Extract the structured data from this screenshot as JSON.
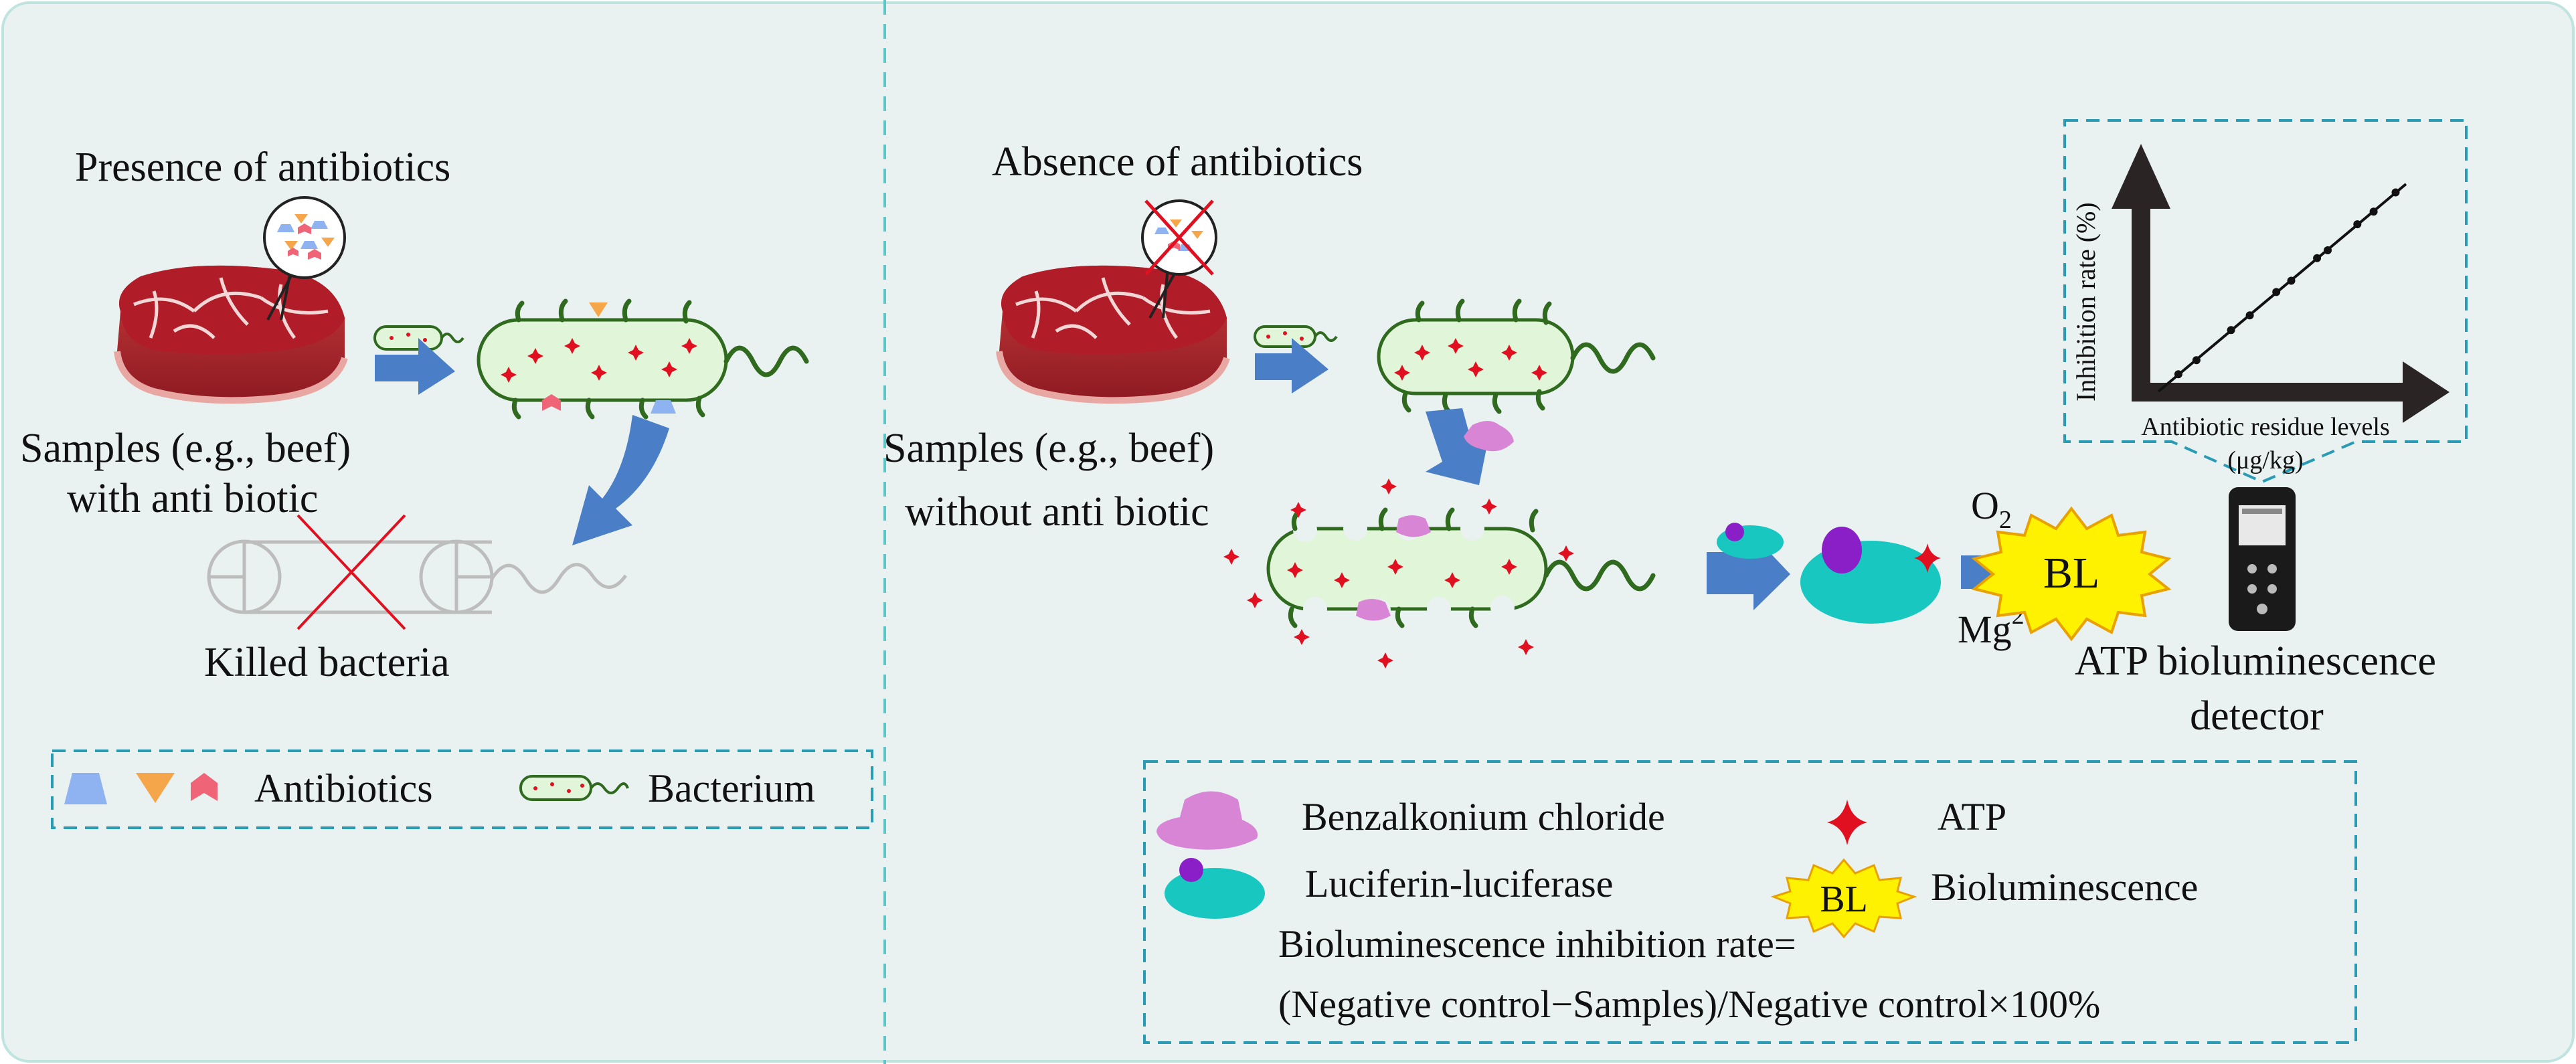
{
  "left_panel": {
    "heading": "Presence of antibiotics",
    "sample_label_line1": "Samples (e.g., beef)",
    "sample_label_line2": "with anti biotic",
    "killed_label": "Killed bacteria",
    "legend": {
      "antibiotics_label": "Antibiotics",
      "bacterium_label": "Bacterium"
    }
  },
  "right_panel": {
    "heading": "Absence of antibiotics",
    "sample_label_line1": "Samples (e.g., beef)",
    "sample_label_line2": "without anti biotic",
    "o2_label": "O",
    "o2_sub": "2",
    "mg_label": "Mg",
    "mg_sup": "2+",
    "bl_label": "BL",
    "detector_line1": "ATP bioluminescence",
    "detector_line2": "detector",
    "chart": {
      "ylabel": "Inhibition rate (%)",
      "xlabel_line1": "Antibiotic residue levels",
      "xlabel_line2": "(μg/kg)"
    },
    "legend": {
      "benzalkonium_label": "Benzalkonium chloride",
      "atp_label": "ATP",
      "luciferase_label": "Luciferin-luciferase",
      "bl_label": "BL",
      "bioluminescence_label": "Bioluminescence",
      "formula_line1": "Bioluminescence inhibition rate=",
      "formula_line2": "(Negative control−Samples)/Negative control×100%"
    }
  },
  "colors": {
    "background": "#e9f2f1",
    "dash_border": "#2a9bb5",
    "arrow_blue": "#4a7ec7",
    "bacterium_fill": "#e1f5d8",
    "flagella_green": "#2f6a1f",
    "heading_green": "#1f4d1f",
    "beef_red": "#b01c28",
    "benzalkonium": "#d985d6",
    "luciferase": "#18c7c0",
    "atp_red": "#e01020",
    "bl_yellow": "#fff200"
  }
}
